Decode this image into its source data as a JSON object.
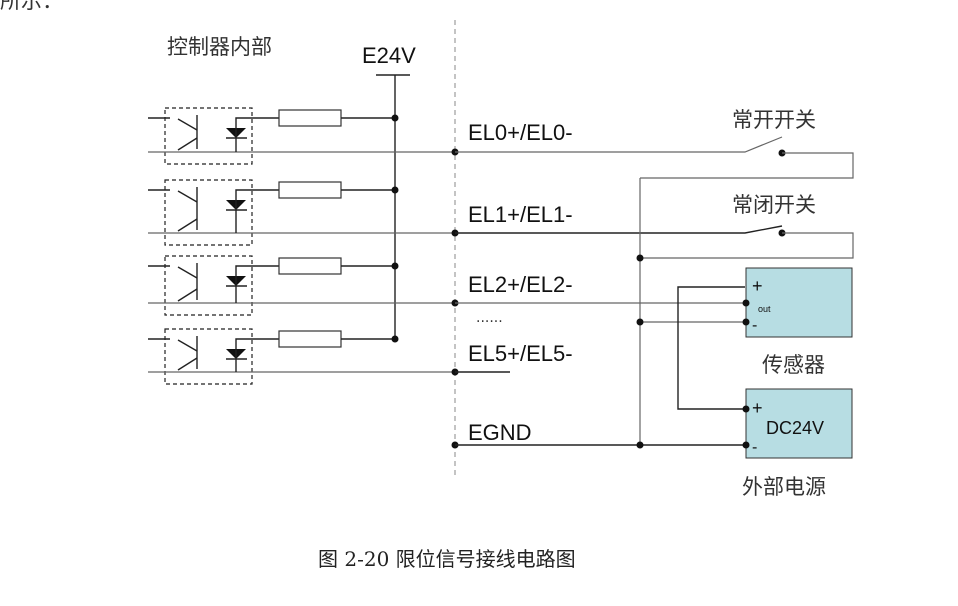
{
  "top_fragment": "所示：",
  "diagram": {
    "controller_label": "控制器内部",
    "supply_label": "E24V",
    "signals": [
      "EL0+/EL0-",
      "EL1+/EL1-",
      "EL2+/EL2-",
      "EL5+/EL5-"
    ],
    "ellipsis": "......",
    "ground_label": "EGND",
    "no_switch_label": "常开开关",
    "nc_switch_label": "常闭开关",
    "sensor": {
      "label": "传感器",
      "plus": "+",
      "out": "out",
      "minus": "-"
    },
    "power": {
      "label": "外部电源",
      "text": "DC24V",
      "plus": "+",
      "minus": "-"
    },
    "box_color": "#b7dde3"
  },
  "caption": "图 2-20   限位信号接线电路图"
}
